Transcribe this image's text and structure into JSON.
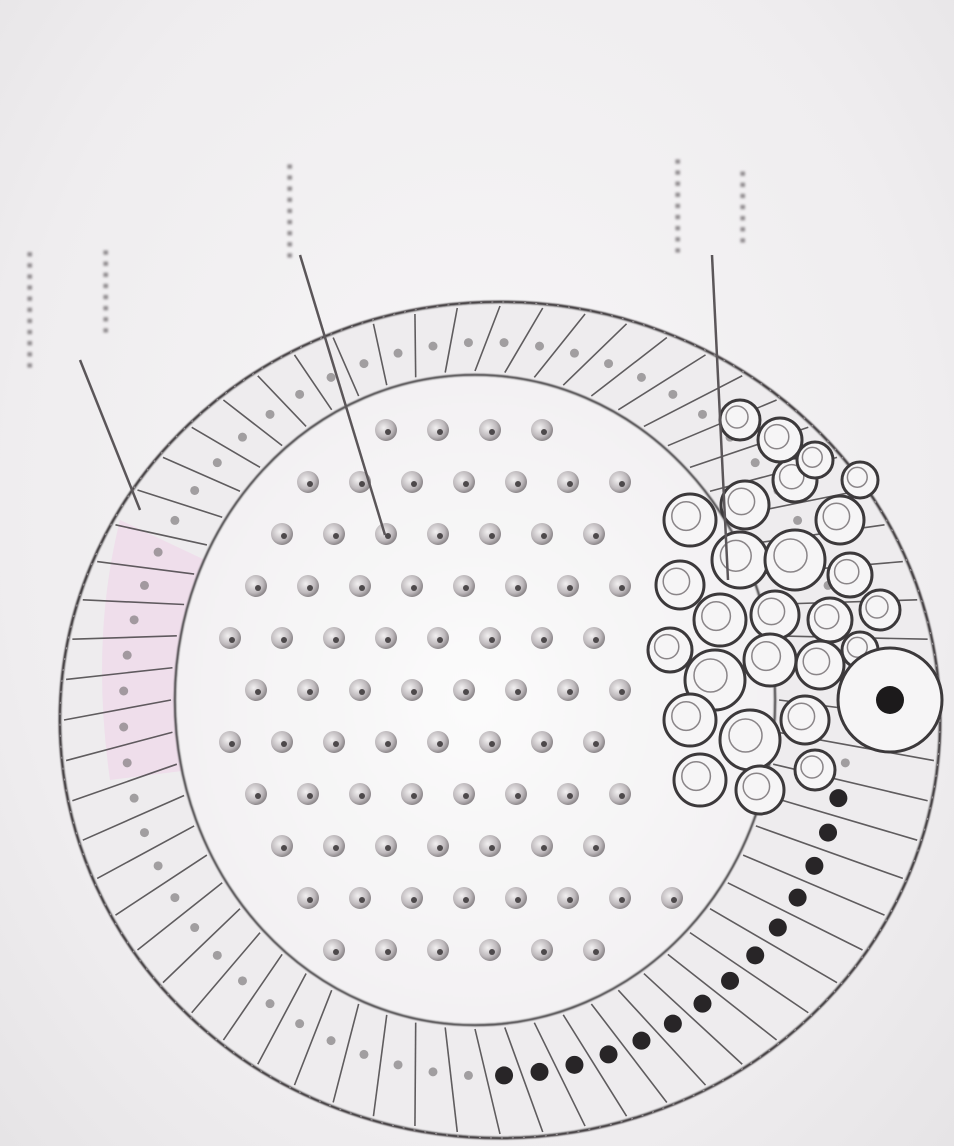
{
  "labels": [
    {
      "id": "label-1a",
      "text": "..........."
    },
    {
      "id": "label-1b",
      "text": "........"
    },
    {
      "id": "label-2",
      "text": "........."
    },
    {
      "id": "label-3a",
      "text": "........."
    },
    {
      "id": "label-3b",
      "text": "......."
    }
  ],
  "colors": {
    "outline": "#3c393b",
    "cell_fill": "#f6f5f6",
    "nucleus": "#6e6a6c",
    "dark_nucleus": "#1c1a1b",
    "pink_tint": "#efd9ea"
  }
}
